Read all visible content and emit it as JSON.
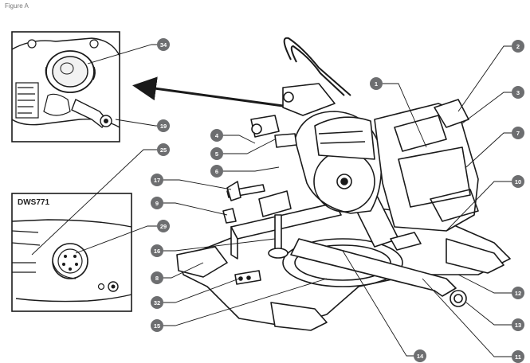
{
  "figure_label": "Figure A",
  "inset_model": "DWS771",
  "callout_color": "#6d6e70",
  "line_color": "#1a1a1a",
  "callouts": [
    "1",
    "2",
    "3",
    "4",
    "5",
    "6",
    "7",
    "8",
    "9",
    "10",
    "11",
    "12",
    "13",
    "14",
    "15",
    "16",
    "17",
    "19",
    "25",
    "29",
    "32",
    "34"
  ]
}
